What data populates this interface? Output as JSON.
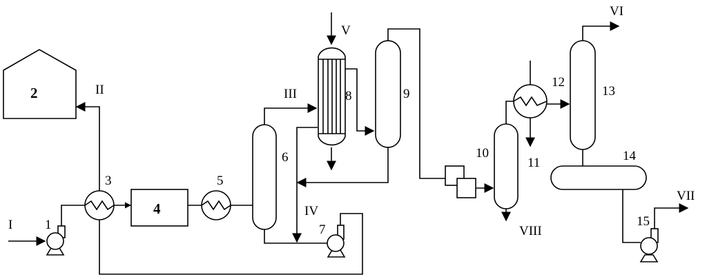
{
  "labels": {
    "n1": "1",
    "n2": "2",
    "n3": "3",
    "n4": "4",
    "n5": "5",
    "n6": "6",
    "n7": "7",
    "n8": "8",
    "n9": "9",
    "n10": "10",
    "n11": "11",
    "n12": "12",
    "n13": "13",
    "n14": "14",
    "n15": "15"
  },
  "streams": {
    "I": "I",
    "II": "II",
    "III": "III",
    "IV": "IV",
    "V": "V",
    "VI": "VI",
    "VII": "VII",
    "VIII": "VIII"
  }
}
